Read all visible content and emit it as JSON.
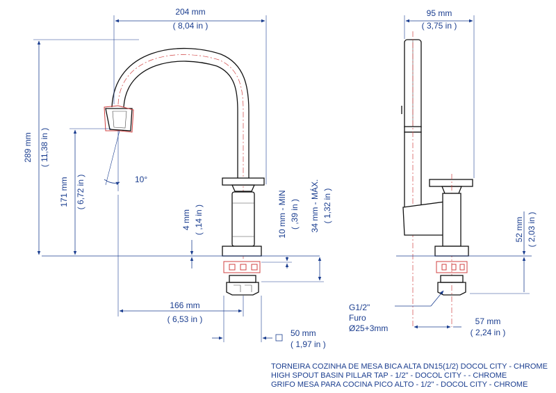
{
  "dimensions": {
    "width_total": {
      "mm": "204 mm",
      "in": "( 8,04 in )"
    },
    "height_total": {
      "mm": "289 mm",
      "in": "( 11,38 in )"
    },
    "spout_height": {
      "mm": "171 mm",
      "in": "( 6,72 in )"
    },
    "angle": "10°",
    "deck_gap": {
      "mm": "4 mm",
      "in": "( ,14 in )"
    },
    "thread_min": {
      "mm": "10 mm - MIN",
      "in": "( ,39 in )"
    },
    "thread_max": {
      "mm": "34 mm - MÁX.",
      "in": "( 1,32 in )"
    },
    "spout_reach": {
      "mm": "166 mm",
      "in": "( 6,53 in )"
    },
    "base_width": {
      "mm": "50 mm",
      "in": "( 1,97 in )"
    },
    "side_width": {
      "mm": "95 mm",
      "in": "( 3,75 in )"
    },
    "handle_height": {
      "mm": "52 mm",
      "in": "( 2,03 in )"
    },
    "side_offset": {
      "mm": "57 mm",
      "in": "( 2,24 in )"
    },
    "thread_label": [
      "G1/2\"",
      "Furo",
      "Ø25+3mm"
    ]
  },
  "title": {
    "line1": "TORNEIRA COZINHA DE MESA BICA ALTA DN15(1/2) DOCOL CITY - CHROME",
    "line2": "HIGH SPOUT BASIN PILLAR TAP - 1/2\" - DOCOL CITY - - CHROME",
    "line3": "GRIFO MESA PARA COCINA PICO ALTO - 1/2\" - DOCOL CITY - CHROME"
  },
  "colors": {
    "dimension": "#1a3d8f",
    "centerline": "#d04040",
    "outline": "#111111"
  }
}
